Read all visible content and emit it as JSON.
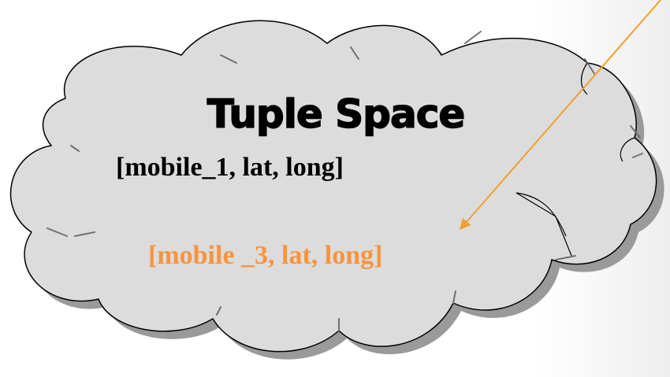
{
  "title": "Tuple Space",
  "tuples": [
    {
      "text": "[mobile_1, lat, long]",
      "color": "#000000"
    },
    {
      "text": "[mobile _3, lat, long]",
      "color": "#f7943c"
    }
  ],
  "colors": {
    "cloud_fill": "#dcdcdc",
    "cloud_stroke": "#000000",
    "shadow": "#9a9a9a",
    "arrow": "#f0a030",
    "side_panel": "#f2f2f2"
  }
}
